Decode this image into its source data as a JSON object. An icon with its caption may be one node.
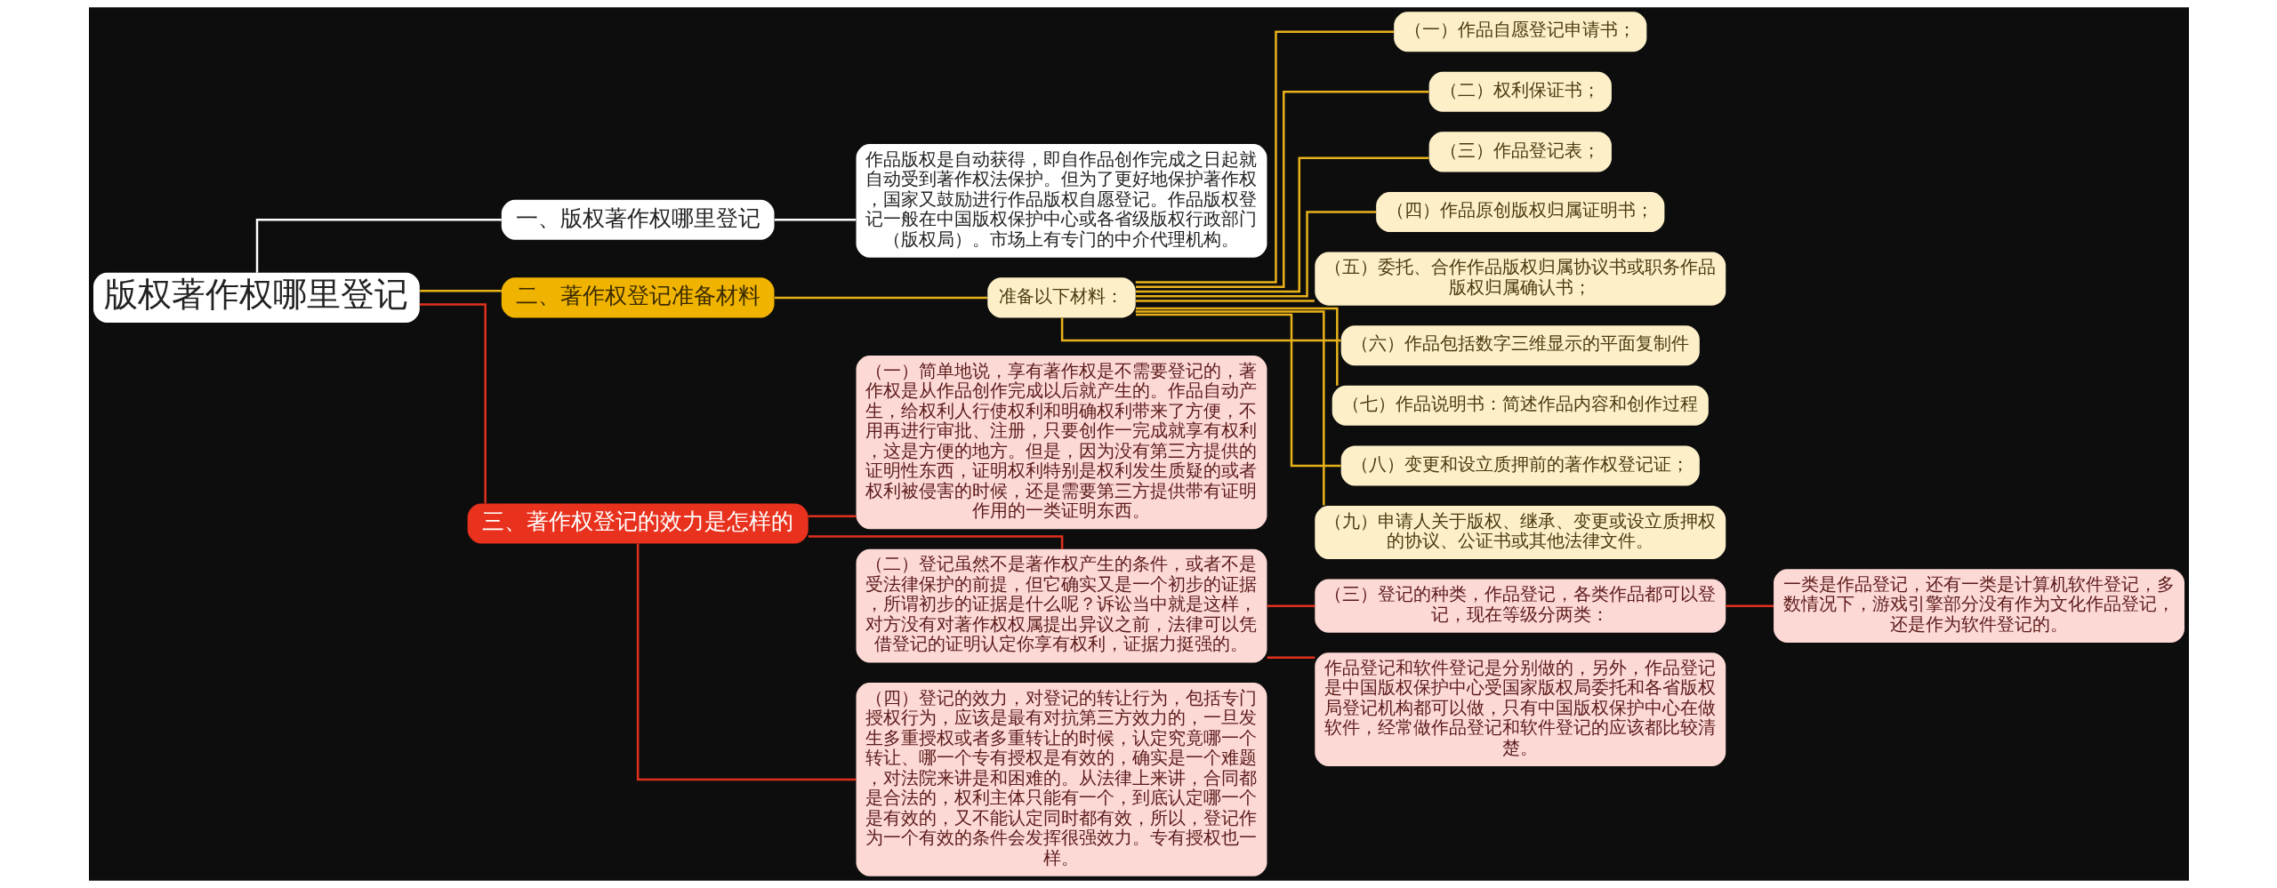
{
  "diagram": {
    "nodes": [
      {
        "text": [
          "版权著作权哪里登记"
        ]
      },
      {
        "text": [
          "一、版权著作权哪里登记"
        ]
      },
      {
        "text": [
          "作品版权是自动获得，即自作品创作完成之日起就自动受到著作权法保护。但为了更好地保护著作权，国家又鼓励进行作品版权自愿登记。作品版权登记一般在中国版权保护中心或各省级版权行政部门（版权局）。市场上有专门的中介代理机构。"
        ]
      },
      {
        "text": [
          "二、著作权登记准备材料"
        ]
      },
      {
        "text": [
          "准备以下材料："
        ]
      },
      {
        "text": [
          "（一）作品自愿登记申请书；"
        ]
      },
      {
        "text": [
          "（二）权利保证书；"
        ]
      },
      {
        "text": [
          "（三）作品登记表；"
        ]
      },
      {
        "text": [
          "（四）作品原创版权归属证明书；"
        ]
      },
      {
        "text": [
          "（五）委托、合作作品版权归属协议书或职务作品版权归属确认书；"
        ]
      },
      {
        "text": [
          "（六）作品包括数字三维显示的平面复制件"
        ]
      },
      {
        "text": [
          "（七）作品说明书：简述作品内容和创作过程"
        ]
      },
      {
        "text": [
          "（八）变更和设立质押前的著作权登记证；"
        ]
      },
      {
        "text": [
          "（九）申请人关于版权、继承、变更或设立质押权的协议、公证书或其他法律文件。"
        ]
      },
      {
        "text": [
          "三、著作权登记的效力是怎样的"
        ]
      },
      {
        "text": [
          "（一）简单地说，享有著作权是不需要登记的，著作权是从作品创作完成以后就产生的。作品自动产生，给权利人行使权利和明确权利带来了方便，不用再进行审批、注册，只要创作一完成就享有权利，这是方便的地方。但是，因为没有第三方提供的证明性东西，证明权利特别是权利发生质疑的或者权利被侵害的时候，还是需要第三方提供带有证明作用的一类证明东西。"
        ]
      },
      {
        "text": [
          "（二）登记虽然不是著作权产生的条件，或者不是受法律保护的前提，但它确实又是一个初步的证据，所谓初步的证据是什么呢？诉讼当中就是这样，对方没有对著作权权属提出异议之前，法律可以凭借登记的证明认定你享有权利，证据力挺强的。"
        ]
      },
      {
        "text": [
          "（三）登记的种类，作品登记，各类作品都可以登记，现在等级分两类："
        ]
      },
      {
        "text": [
          "一类是作品登记，还有一类是计算机软件登记，多数情况下，游戏引擎部分没有作为文化作品登记，还是作为软件登记的。"
        ]
      },
      {
        "text": [
          "作品登记和软件登记是分别做的，另外，作品登记是中国版权保护中心受国家版权局委托和各省版权局登记机构都可以做，只有中国版权保护中心在做软件，经常做作品登记和软件登记的应该都比较清楚。"
        ]
      },
      {
        "text": [
          "（四）登记的效力，对登记的转让行为，包括专门授权行为，应该是最有对抗第三方效力的，一旦发生多重授权或者多重转让的时候，认定究竟哪一个转让、哪一个专有授权是有效的，确实是一个难题，对法院来讲是和困难的。从法律上来讲，合同都是合法的，权利主体只能有一个，到底认定哪一个是有效的，又不能认定同时都有效，所以，登记作为一个有效的条件会发挥很强效力。专有授权也一样。"
        ]
      }
    ],
    "edges": [
      {
        "from": 0,
        "to": 1,
        "arrow": "none",
        "color": "#ffffff"
      },
      {
        "from": 1,
        "to": 2,
        "arrow": "none",
        "color": "#ffffff"
      },
      {
        "from": 0,
        "to": 3,
        "arrow": "none"
      },
      {
        "from": 3,
        "to": 4,
        "arrow": "none"
      },
      {
        "from": 4,
        "to": 5,
        "arrow": "none"
      },
      {
        "from": 4,
        "to": 6,
        "arrow": "none"
      },
      {
        "from": 4,
        "to": 7,
        "arrow": "none"
      },
      {
        "from": 4,
        "to": 8,
        "arrow": "none"
      },
      {
        "from": 4,
        "to": 9,
        "arrow": "none"
      },
      {
        "from": 4,
        "to": 10,
        "arrow": "none"
      },
      {
        "from": 4,
        "to": 11,
        "arrow": "none"
      },
      {
        "from": 4,
        "to": 12,
        "arrow": "none"
      },
      {
        "from": 4,
        "to": 13,
        "arrow": "none"
      },
      {
        "from": 0,
        "to": 14,
        "arrow": "none",
        "color": "#e0301e"
      },
      {
        "from": 14,
        "to": 15,
        "arrow": "none",
        "color": "#e0301e"
      },
      {
        "from": 14,
        "to": 16,
        "arrow": "none",
        "color": "#e0301e"
      },
      {
        "from": 14,
        "to": 20,
        "arrow": "none",
        "color": "#e0301e"
      },
      {
        "from": 16,
        "to": 17,
        "arrow": "none",
        "color": "#e0301e"
      },
      {
        "from": 16,
        "to": 19,
        "arrow": "none",
        "color": "#e0301e"
      },
      {
        "from": 17,
        "to": 18,
        "arrow": "none",
        "color": "#e0301e"
      }
    ]
  }
}
